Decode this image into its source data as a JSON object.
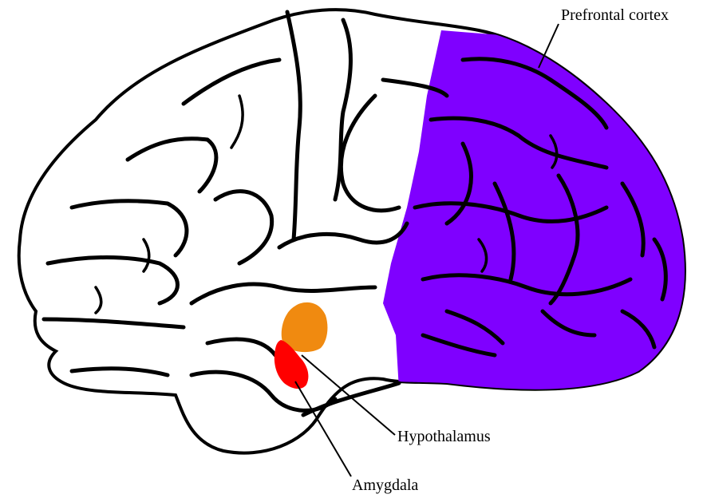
{
  "diagram": {
    "labels": {
      "prefrontal": "Prefrontal cortex",
      "hypothalamus": "Hypothalamus",
      "amygdala": "Amygdala"
    },
    "colors": {
      "prefrontal": "#7f00ff",
      "hypothalamus": "#f08a10",
      "amygdala": "#ff0000",
      "outline": "#000000",
      "brain_fill": "#ffffff"
    }
  }
}
